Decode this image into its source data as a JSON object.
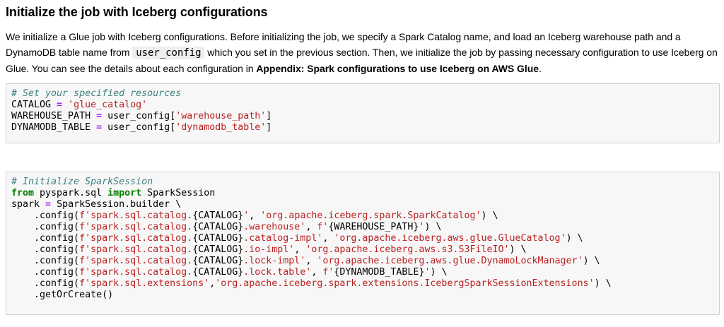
{
  "markdown": {
    "heading": "Initialize the job with Iceberg configurations",
    "paragraph": {
      "part1": "We initialize a Glue job with Iceberg configurations. Before initializing the job, we specify a Spark Catalog name, and load an Iceberg warehouse path and a DynamoDB table name from ",
      "inline_code": "user_config",
      "part2": " which you set in the previous section. Then, we initialize the job by passing necessary configuration to use Iceberg on Glue. You can see the details about each configuration in ",
      "bold": "Appendix: Spark configurations to use Iceberg on AWS Glue",
      "part3": "."
    }
  },
  "cells": [
    {
      "lines": [
        [
          {
            "t": "# Set your specified resources",
            "c": "c1"
          }
        ],
        [
          {
            "t": "CATALOG "
          },
          {
            "t": "=",
            "c": "op"
          },
          {
            "t": " "
          },
          {
            "t": "'glue_catalog'",
            "c": "s"
          }
        ],
        [
          {
            "t": "WAREHOUSE_PATH "
          },
          {
            "t": "=",
            "c": "op"
          },
          {
            "t": " user_config["
          },
          {
            "t": "'warehouse_path'",
            "c": "s"
          },
          {
            "t": "]"
          }
        ],
        [
          {
            "t": "DYNAMODB_TABLE "
          },
          {
            "t": "=",
            "c": "op"
          },
          {
            "t": " user_config["
          },
          {
            "t": "'dynamodb_table'",
            "c": "s"
          },
          {
            "t": "]"
          }
        ]
      ]
    },
    {
      "lines": [
        [
          {
            "t": "# Initialize SparkSession",
            "c": "c1"
          }
        ],
        [
          {
            "t": "from",
            "c": "kw"
          },
          {
            "t": " pyspark.sql "
          },
          {
            "t": "import",
            "c": "kw"
          },
          {
            "t": " SparkSession"
          }
        ],
        [
          {
            "t": "spark "
          },
          {
            "t": "=",
            "c": "op"
          },
          {
            "t": " SparkSession.builder \\"
          }
        ],
        [
          {
            "t": "    .config("
          },
          {
            "t": "f'spark.sql.catalog.",
            "c": "s"
          },
          {
            "t": "{CATALOG}"
          },
          {
            "t": "'",
            "c": "s"
          },
          {
            "t": ", "
          },
          {
            "t": "'org.apache.iceberg.spark.SparkCatalog'",
            "c": "s"
          },
          {
            "t": ") \\"
          }
        ],
        [
          {
            "t": "    .config("
          },
          {
            "t": "f'spark.sql.catalog.",
            "c": "s"
          },
          {
            "t": "{CATALOG}"
          },
          {
            "t": ".warehouse'",
            "c": "s"
          },
          {
            "t": ", "
          },
          {
            "t": "f'",
            "c": "s"
          },
          {
            "t": "{WAREHOUSE_PATH}"
          },
          {
            "t": "'",
            "c": "s"
          },
          {
            "t": ") \\"
          }
        ],
        [
          {
            "t": "    .config("
          },
          {
            "t": "f'spark.sql.catalog.",
            "c": "s"
          },
          {
            "t": "{CATALOG}"
          },
          {
            "t": ".catalog-impl'",
            "c": "s"
          },
          {
            "t": ", "
          },
          {
            "t": "'org.apache.iceberg.aws.glue.GlueCatalog'",
            "c": "s"
          },
          {
            "t": ") \\"
          }
        ],
        [
          {
            "t": "    .config("
          },
          {
            "t": "f'spark.sql.catalog.",
            "c": "s"
          },
          {
            "t": "{CATALOG}"
          },
          {
            "t": ".io-impl'",
            "c": "s"
          },
          {
            "t": ", "
          },
          {
            "t": "'org.apache.iceberg.aws.s3.S3FileIO'",
            "c": "s"
          },
          {
            "t": ") \\"
          }
        ],
        [
          {
            "t": "    .config("
          },
          {
            "t": "f'spark.sql.catalog.",
            "c": "s"
          },
          {
            "t": "{CATALOG}"
          },
          {
            "t": ".lock-impl'",
            "c": "s"
          },
          {
            "t": ", "
          },
          {
            "t": "'org.apache.iceberg.aws.glue.DynamoLockManager'",
            "c": "s"
          },
          {
            "t": ") \\"
          }
        ],
        [
          {
            "t": "    .config("
          },
          {
            "t": "f'spark.sql.catalog.",
            "c": "s"
          },
          {
            "t": "{CATALOG}"
          },
          {
            "t": ".lock.table'",
            "c": "s"
          },
          {
            "t": ", "
          },
          {
            "t": "f'",
            "c": "s"
          },
          {
            "t": "{DYNAMODB_TABLE}"
          },
          {
            "t": "'",
            "c": "s"
          },
          {
            "t": ") \\"
          }
        ],
        [
          {
            "t": "    .config("
          },
          {
            "t": "f'spark.sql.extensions'",
            "c": "s"
          },
          {
            "t": ","
          },
          {
            "t": "'org.apache.iceberg.spark.extensions.IcebergSparkSessionExtensions'",
            "c": "s"
          },
          {
            "t": ") \\"
          }
        ],
        [
          {
            "t": "    .getOrCreate()"
          }
        ]
      ]
    }
  ]
}
